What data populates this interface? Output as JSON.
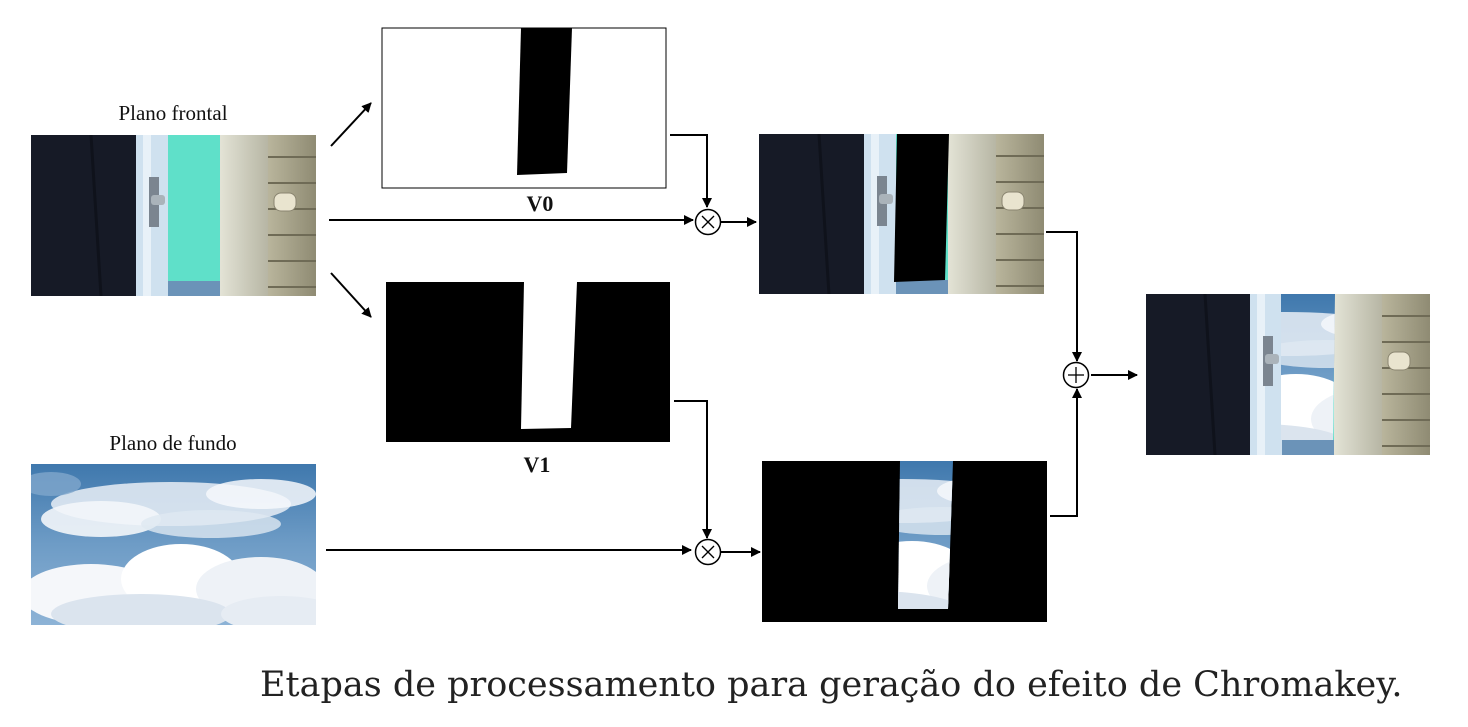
{
  "labels": {
    "front_plane": "Plano frontal",
    "background_plane": "Plano de fundo",
    "v0": "V0",
    "v1": "V1"
  },
  "caption": "Etapas de processamento para geração do efeito de Chromakey.",
  "operators": {
    "multiply_symbol": "times-operator-icon",
    "add_symbol": "plus-operator-icon"
  },
  "colors": {
    "chroma_key_green": "#5fe0c9",
    "mask_black": "#000000",
    "mask_white": "#ffffff",
    "sky_blue": "#4f86b8",
    "coat_dark": "#1c2130",
    "door_frame": "#cfcfc2",
    "wall_panel": "#a9a58d"
  }
}
